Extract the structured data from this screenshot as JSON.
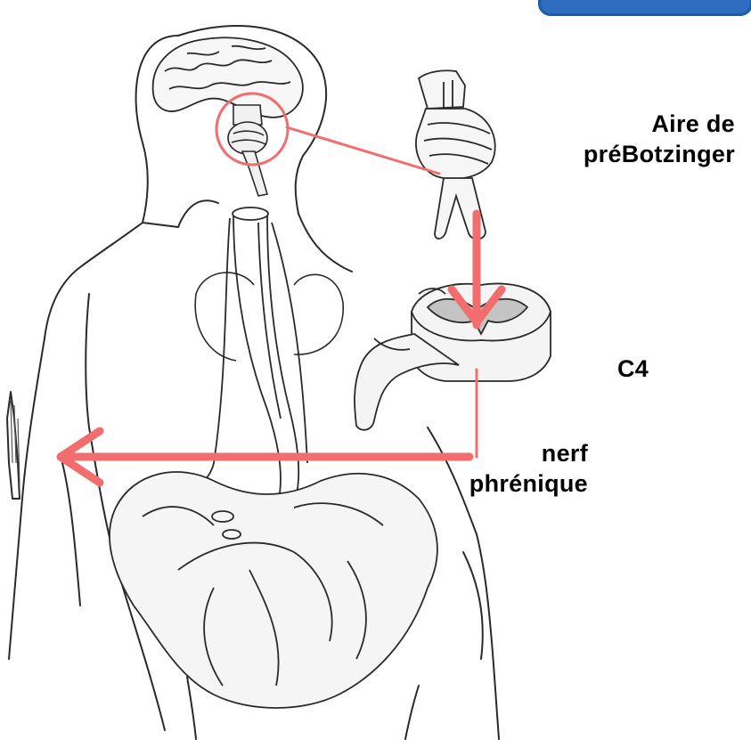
{
  "labels": {
    "prebotzinger_line1": "Aire de",
    "prebotzinger_line2": "préBotzinger",
    "c4": "C4",
    "nerve_line1": "nerf",
    "nerve_line2": "phrénique"
  },
  "colors": {
    "arrow": "#f26d6d",
    "outline": "#2a2a2a",
    "grey_matter": "#c4c4c4",
    "accent_tab": "#2f6cc0"
  }
}
